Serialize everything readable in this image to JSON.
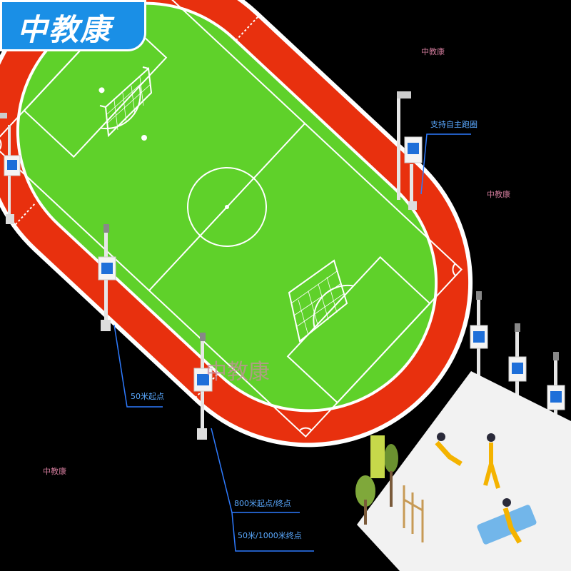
{
  "brand": {
    "logo_text": "中教康"
  },
  "watermarks": [
    "中教康",
    "中教康",
    "中教康",
    "中教康"
  ],
  "callouts": {
    "self_run": "支持自主跑圈",
    "start_50m": "50米起点",
    "start_800m": "800米起点/终点",
    "finish_50_1000m": "50米/1000米终点"
  },
  "colors": {
    "track": "#e8300e",
    "field": "#5fd12a",
    "line": "#ffffff",
    "background": "#000000",
    "callout": "#2e7bff",
    "badge": "#1a8fe6"
  }
}
